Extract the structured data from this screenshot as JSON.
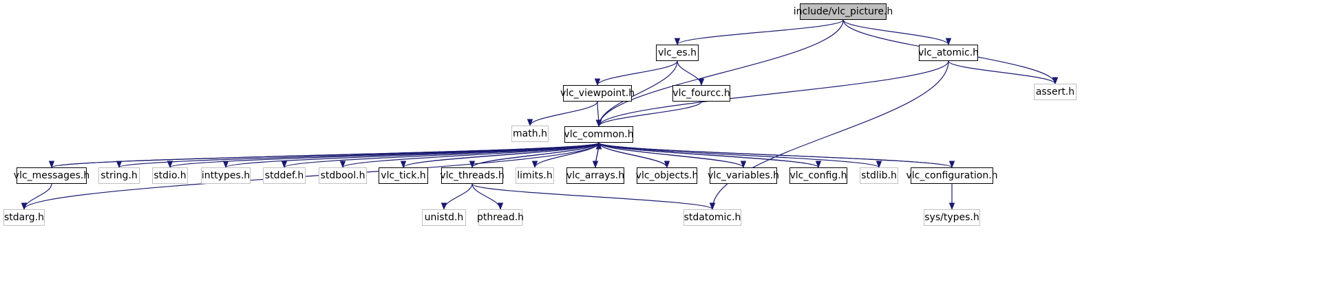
{
  "graph": {
    "edge_color": "#191970",
    "nodes": [
      {
        "id": "vlc_picture",
        "label": "include/vlc_picture.h",
        "kind": "root"
      },
      {
        "id": "vlc_es",
        "label": "vlc_es.h",
        "kind": "internal"
      },
      {
        "id": "vlc_atomic",
        "label": "vlc_atomic.h",
        "kind": "internal"
      },
      {
        "id": "assert",
        "label": "assert.h",
        "kind": "external"
      },
      {
        "id": "vlc_viewpoint",
        "label": "vlc_viewpoint.h",
        "kind": "internal"
      },
      {
        "id": "vlc_fourcc",
        "label": "vlc_fourcc.h",
        "kind": "internal"
      },
      {
        "id": "math",
        "label": "math.h",
        "kind": "external"
      },
      {
        "id": "vlc_common",
        "label": "vlc_common.h",
        "kind": "internal"
      },
      {
        "id": "vlc_messages",
        "label": "vlc_messages.h",
        "kind": "internal"
      },
      {
        "id": "string",
        "label": "string.h",
        "kind": "external"
      },
      {
        "id": "stdio",
        "label": "stdio.h",
        "kind": "external"
      },
      {
        "id": "inttypes",
        "label": "inttypes.h",
        "kind": "external"
      },
      {
        "id": "stddef",
        "label": "stddef.h",
        "kind": "external"
      },
      {
        "id": "stdbool",
        "label": "stdbool.h",
        "kind": "external"
      },
      {
        "id": "vlc_tick",
        "label": "vlc_tick.h",
        "kind": "internal"
      },
      {
        "id": "vlc_threads",
        "label": "vlc_threads.h",
        "kind": "internal"
      },
      {
        "id": "limits",
        "label": "limits.h",
        "kind": "external"
      },
      {
        "id": "vlc_arrays",
        "label": "vlc_arrays.h",
        "kind": "internal"
      },
      {
        "id": "vlc_objects",
        "label": "vlc_objects.h",
        "kind": "internal"
      },
      {
        "id": "vlc_variables",
        "label": "vlc_variables.h",
        "kind": "internal"
      },
      {
        "id": "vlc_config",
        "label": "vlc_config.h",
        "kind": "internal"
      },
      {
        "id": "stdlib",
        "label": "stdlib.h",
        "kind": "external"
      },
      {
        "id": "vlc_configuration",
        "label": "vlc_configuration.h",
        "kind": "internal"
      },
      {
        "id": "stdarg",
        "label": "stdarg.h",
        "kind": "external"
      },
      {
        "id": "unistd",
        "label": "unistd.h",
        "kind": "external"
      },
      {
        "id": "pthread",
        "label": "pthread.h",
        "kind": "external"
      },
      {
        "id": "stdatomic",
        "label": "stdatomic.h",
        "kind": "external"
      },
      {
        "id": "sys_types",
        "label": "sys/types.h",
        "kind": "external"
      }
    ],
    "edges": [
      [
        "vlc_picture",
        "vlc_common"
      ],
      [
        "vlc_picture",
        "vlc_es"
      ],
      [
        "vlc_picture",
        "vlc_atomic"
      ],
      [
        "vlc_picture",
        "assert"
      ],
      [
        "vlc_es",
        "vlc_common"
      ],
      [
        "vlc_es",
        "vlc_viewpoint"
      ],
      [
        "vlc_es",
        "vlc_fourcc"
      ],
      [
        "vlc_atomic",
        "vlc_common"
      ],
      [
        "vlc_atomic",
        "assert"
      ],
      [
        "vlc_atomic",
        "stdatomic"
      ],
      [
        "vlc_viewpoint",
        "vlc_common"
      ],
      [
        "vlc_viewpoint",
        "math"
      ],
      [
        "vlc_fourcc",
        "vlc_common"
      ],
      [
        "vlc_common",
        "vlc_messages"
      ],
      [
        "vlc_common",
        "stdarg"
      ],
      [
        "vlc_common",
        "string"
      ],
      [
        "vlc_common",
        "stdio"
      ],
      [
        "vlc_common",
        "inttypes"
      ],
      [
        "vlc_common",
        "stddef"
      ],
      [
        "vlc_common",
        "stdbool"
      ],
      [
        "vlc_common",
        "vlc_tick"
      ],
      [
        "vlc_common",
        "vlc_threads"
      ],
      [
        "vlc_common",
        "limits"
      ],
      [
        "vlc_common",
        "vlc_arrays"
      ],
      [
        "vlc_common",
        "vlc_objects"
      ],
      [
        "vlc_common",
        "vlc_variables"
      ],
      [
        "vlc_common",
        "vlc_config"
      ],
      [
        "vlc_common",
        "stdlib"
      ],
      [
        "vlc_common",
        "vlc_configuration"
      ],
      [
        "vlc_messages",
        "vlc_common"
      ],
      [
        "vlc_messages",
        "stdarg"
      ],
      [
        "vlc_tick",
        "vlc_common"
      ],
      [
        "vlc_threads",
        "vlc_common"
      ],
      [
        "vlc_threads",
        "unistd"
      ],
      [
        "vlc_threads",
        "pthread"
      ],
      [
        "vlc_threads",
        "stdatomic"
      ],
      [
        "vlc_arrays",
        "vlc_common"
      ],
      [
        "vlc_objects",
        "vlc_common"
      ],
      [
        "vlc_variables",
        "vlc_common"
      ],
      [
        "vlc_config",
        "vlc_common"
      ],
      [
        "vlc_configuration",
        "vlc_common"
      ],
      [
        "vlc_configuration",
        "sys_types"
      ]
    ]
  }
}
